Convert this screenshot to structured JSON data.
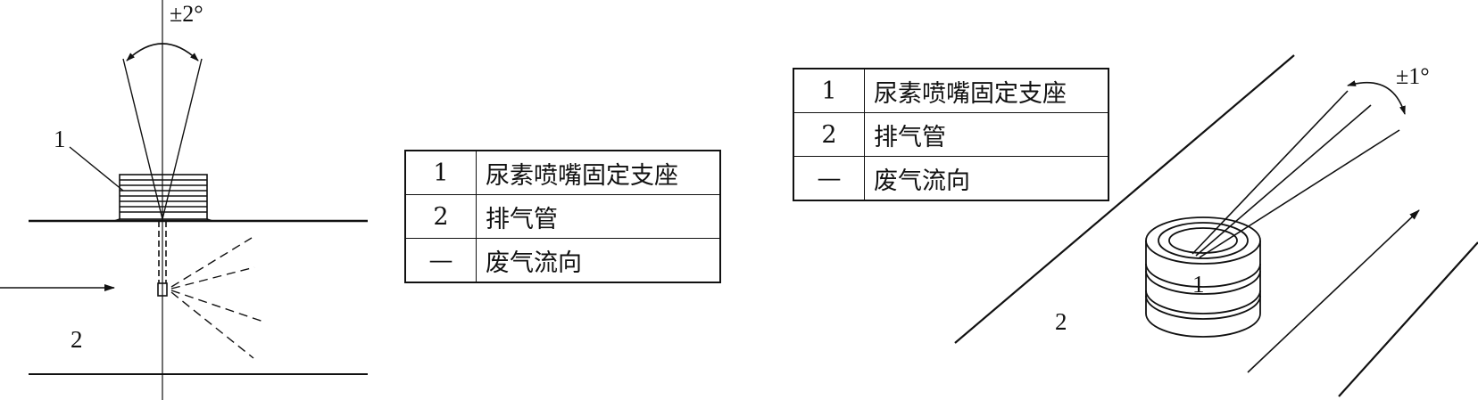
{
  "left_figure": {
    "angle_label": "±2°",
    "part_1_label": "1",
    "part_2_label": "2"
  },
  "left_legend": {
    "rows": [
      {
        "key": "1",
        "desc": "尿素喷嘴固定支座"
      },
      {
        "key": "2",
        "desc": "排气管"
      },
      {
        "key": "—",
        "desc": "废气流向"
      }
    ]
  },
  "right_legend": {
    "rows": [
      {
        "key": "1",
        "desc": "尿素喷嘴固定支座"
      },
      {
        "key": "2",
        "desc": "排气管"
      },
      {
        "key": "—",
        "desc": "废气流向"
      }
    ]
  },
  "right_figure": {
    "angle_label": "±1°",
    "part_1_label": "1",
    "part_2_label": "2"
  }
}
